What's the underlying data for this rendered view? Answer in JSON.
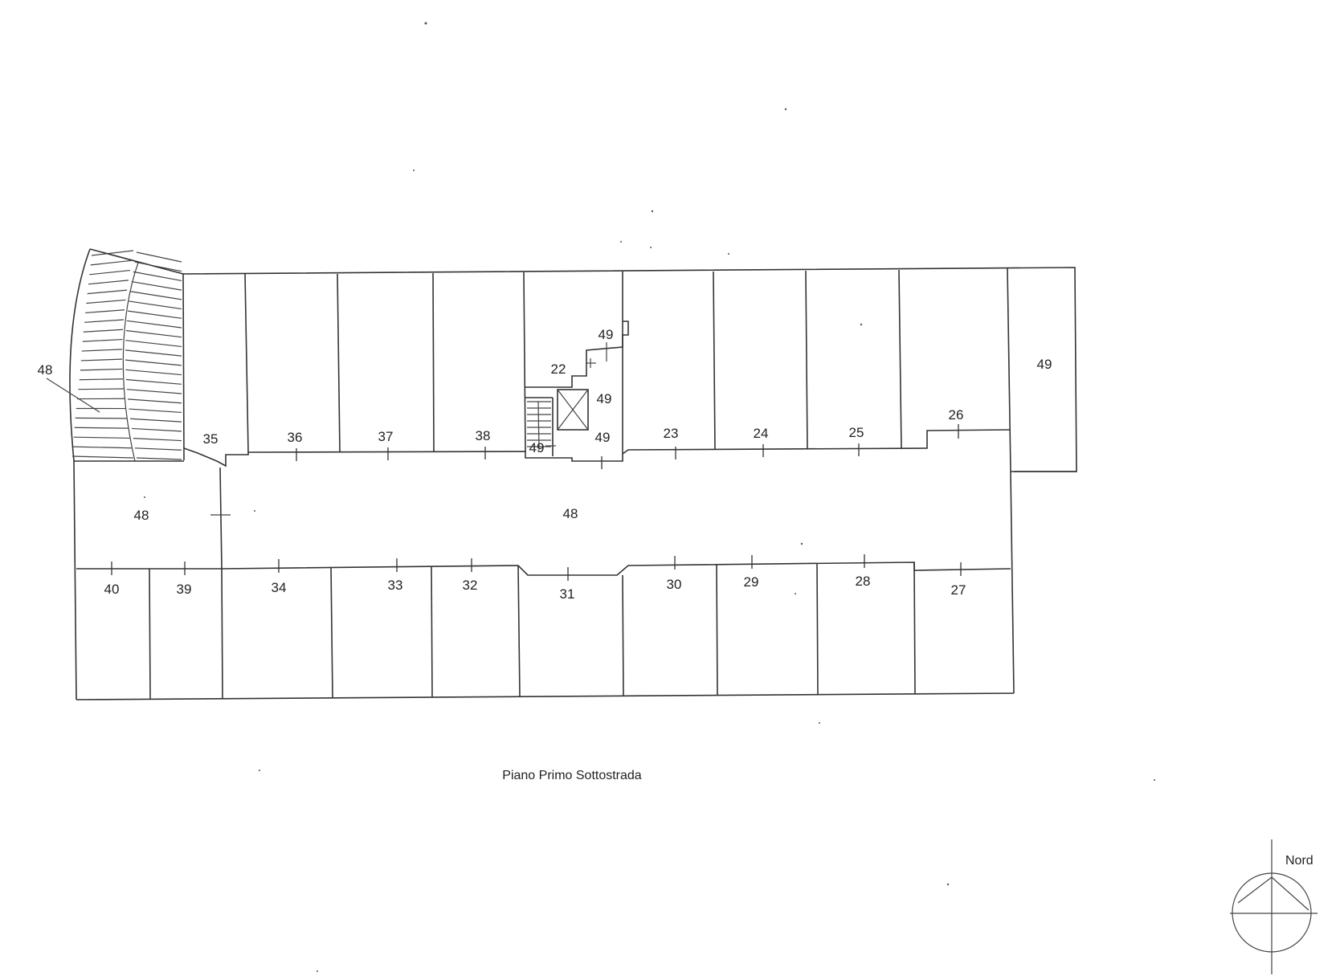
{
  "caption": "Piano Primo Sottostrada",
  "compass": {
    "label": "Nord"
  },
  "labels": {
    "ramp": "48",
    "corridor_west": "48",
    "corridor_main": "48",
    "stair_landing": "22",
    "core_top": "49",
    "core_lift": "49",
    "core_stair": "49",
    "core_bottom": "49",
    "room_east": "49",
    "r35": "35",
    "r36": "36",
    "r37": "37",
    "r38": "38",
    "r23": "23",
    "r24": "24",
    "r25": "25",
    "r26": "26",
    "r40": "40",
    "r39": "39",
    "r34": "34",
    "r33": "33",
    "r32": "32",
    "r31": "31",
    "r30": "30",
    "r29": "29",
    "r28": "28",
    "r27": "27"
  }
}
